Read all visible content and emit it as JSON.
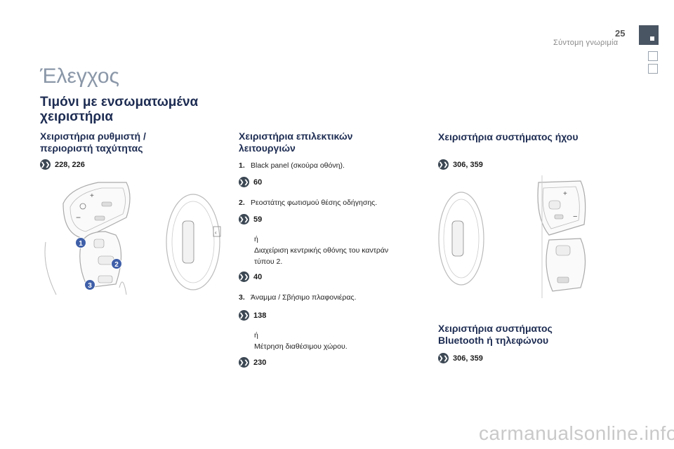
{
  "header": {
    "page_number": "25",
    "chapter": "Σύντομη γνωριμία"
  },
  "title": "Έλεγχος",
  "subtitle_line1": "Τιμόνι με ενσωματωμένα",
  "subtitle_line2": "χειριστήρια",
  "col1": {
    "title_line1": "Χειριστήρια ρυθμιστή /",
    "title_line2": "περιοριστή ταχύτητας",
    "ref": "228, 226",
    "callouts": [
      "1",
      "2",
      "3"
    ]
  },
  "col2": {
    "title_line1": "Χειριστήρια επιλεκτικών",
    "title_line2": "λειτουργιών",
    "item1_num": "1.",
    "item1_text": "Black panel (σκούρα οθόνη).",
    "ref1": "60",
    "item2_num": "2.",
    "item2_text": "Ρεοστάτης φωτισμού θέσης οδήγησης.",
    "ref2": "59",
    "or1": "ή",
    "alt1_line1": "Διαχείριση κεντρικής οθόνης του καντράν",
    "alt1_line2": "τύπου 2.",
    "ref3": "40",
    "item3_num": "3.",
    "item3_text": "Άναμμα / Σβήσιμο πλαφονιέρας.",
    "ref4": "138",
    "or2": "ή",
    "alt2": "Μέτρηση διαθέσιμου χώρου.",
    "ref5": "230"
  },
  "col3": {
    "title1": "Χειριστήρια συστήματος ήχου",
    "ref1": "306, 359",
    "title2_line1": "Χειριστήρια συστήματος",
    "title2_line2": "Bluetooth ή τηλεφώνου",
    "ref2": "306, 359"
  },
  "watermark": "carmanualsonline.info",
  "colors": {
    "accent_square": "#4a5563",
    "title_gray": "#8a97a8",
    "heading_navy": "#1d2c52",
    "callout_blue": "#3f5fa8"
  }
}
